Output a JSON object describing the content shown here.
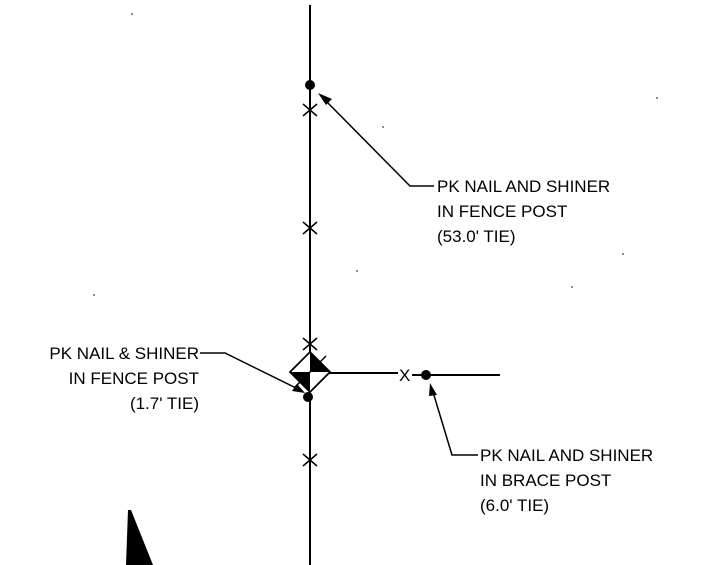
{
  "callouts": [
    {
      "lines": [
        "PK NAIL AND SHINER",
        "IN FENCE POST",
        "(53.0' TIE)"
      ]
    },
    {
      "lines": [
        "PK NAIL & SHINER",
        "IN FENCE POST",
        "(1.7' TIE)"
      ]
    },
    {
      "lines": [
        "PK NAIL AND SHINER",
        "IN BRACE POST",
        "(6.0' TIE)"
      ]
    }
  ],
  "fence_marker_label": "X",
  "colors": {
    "ink": "#000000",
    "background": "#ffffff"
  }
}
